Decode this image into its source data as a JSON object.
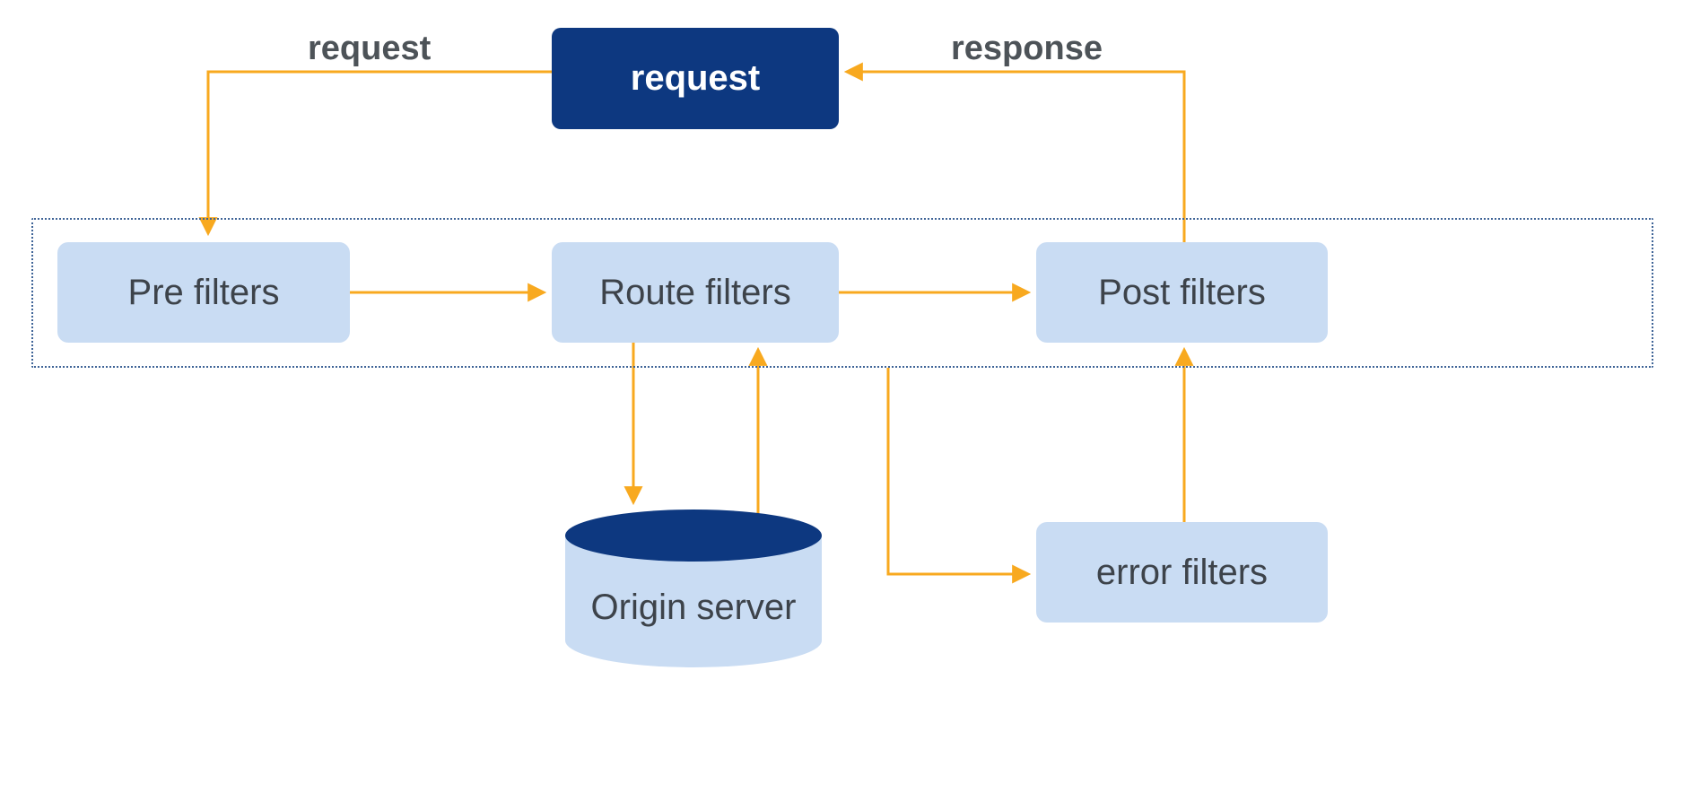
{
  "diagram": {
    "nodes": {
      "request": {
        "label": "request",
        "shape": "rounded-rect",
        "fill": "navy",
        "text_color": "white"
      },
      "pre_filters": {
        "label": "Pre filters",
        "shape": "rounded-rect",
        "fill": "light_blue"
      },
      "route_filters": {
        "label": "Route filters",
        "shape": "rounded-rect",
        "fill": "light_blue"
      },
      "post_filters": {
        "label": "Post filters",
        "shape": "rounded-rect",
        "fill": "light_blue"
      },
      "origin_server": {
        "label": "Origin server",
        "shape": "cylinder",
        "fill": "light_blue",
        "cap_fill": "navy"
      },
      "error_filters": {
        "label": "error filters",
        "shape": "rounded-rect",
        "fill": "light_blue"
      }
    },
    "edge_labels": {
      "request": "request",
      "response": "response"
    },
    "edges": [
      {
        "from": "request",
        "to": "pre_filters",
        "label": "request"
      },
      {
        "from": "pre_filters",
        "to": "route_filters"
      },
      {
        "from": "route_filters",
        "to": "post_filters"
      },
      {
        "from": "route_filters",
        "to": "origin_server"
      },
      {
        "from": "origin_server",
        "to": "route_filters"
      },
      {
        "from": "post_filters",
        "to": "request",
        "label": "response"
      },
      {
        "from": "route_filters",
        "to": "error_filters"
      },
      {
        "from": "error_filters",
        "to": "post_filters"
      }
    ],
    "colors": {
      "navy": "#0d3880",
      "light_blue": "#c9dcf3",
      "arrow": "#f8a91f",
      "node_text": "#3d434a",
      "label_text": "#4d5358",
      "dotted_border": "#3f6497",
      "background": "#ffffff"
    }
  }
}
